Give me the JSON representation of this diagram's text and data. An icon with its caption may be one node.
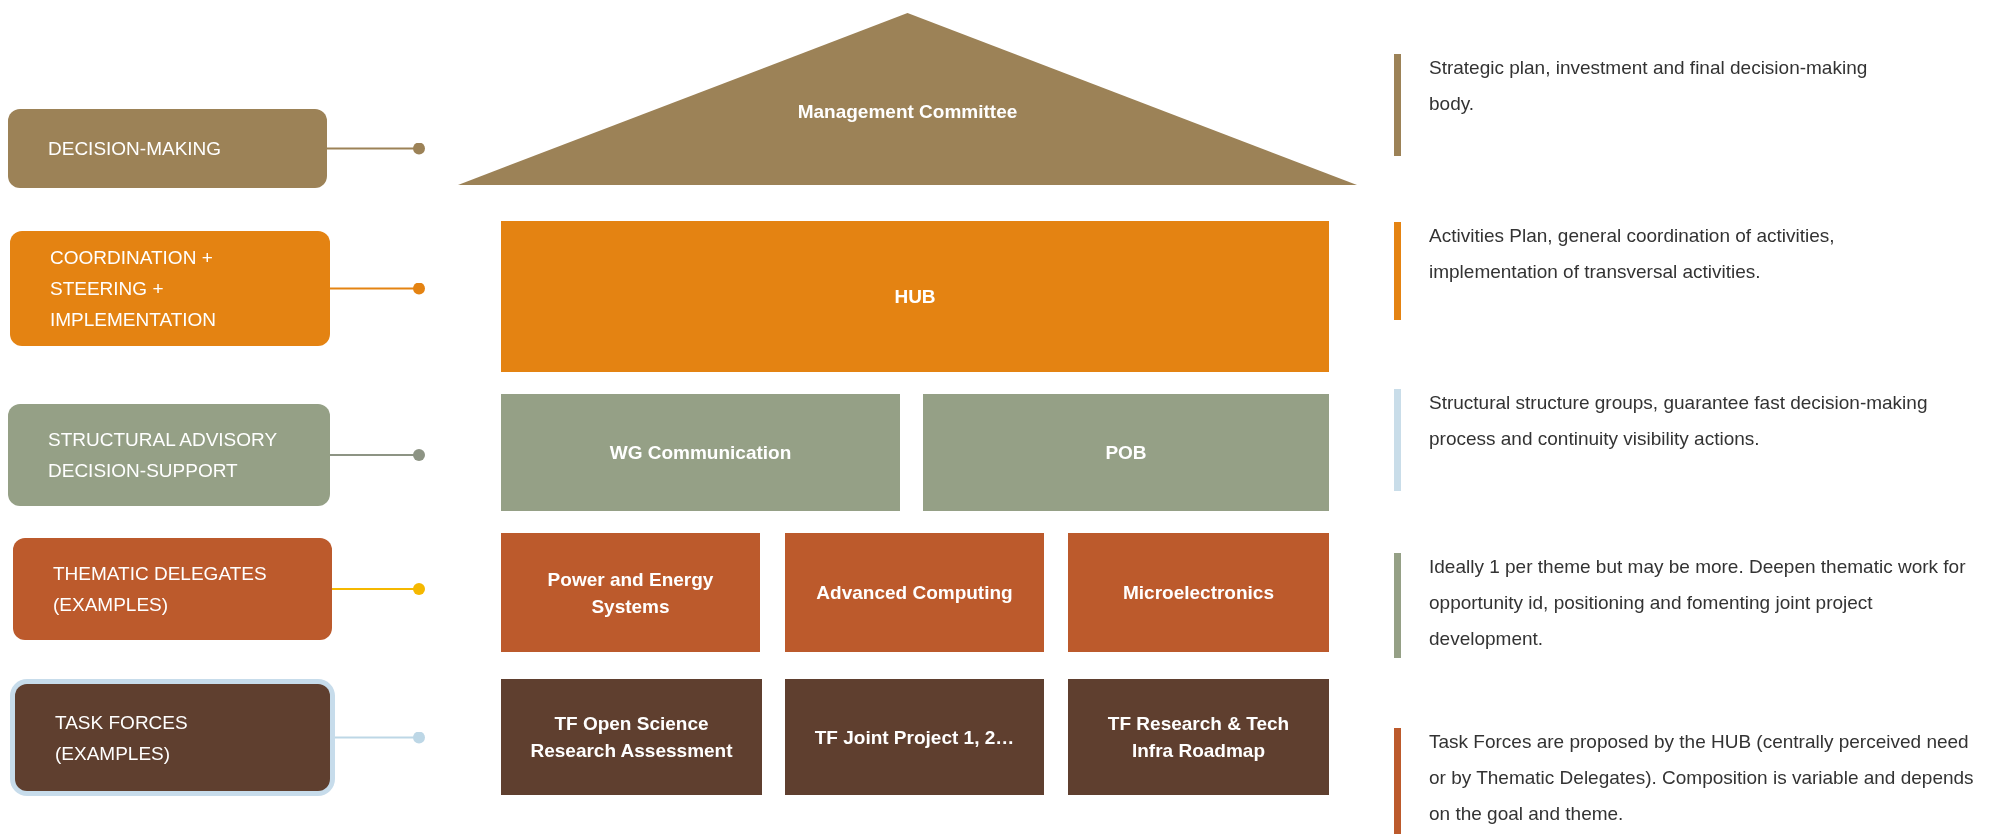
{
  "diagram": {
    "nodes": [
      {
        "text": [
          "DECISION-MAKING"
        ]
      },
      {
        "text": [
          "COORDINATION + STEERING + IMPLEMENTATION"
        ]
      },
      {
        "text": [
          "STRUCTURAL ADVISORY DECISION-SUPPORT"
        ]
      },
      {
        "text": [
          "THEMATIC DELEGATES (EXAMPLES)"
        ]
      },
      {
        "text": [
          "TASK FORCES (EXAMPLES)"
        ]
      },
      {
        "text": [
          "Management Committee"
        ]
      },
      {
        "text": [
          "HUB"
        ]
      },
      {
        "text": [
          "WG Communication"
        ]
      },
      {
        "text": [
          "POB"
        ]
      },
      {
        "text": [
          "Power and Energy Systems"
        ]
      },
      {
        "text": [
          "Advanced Computing"
        ]
      },
      {
        "text": [
          "Microelectronics"
        ]
      },
      {
        "text": [
          "TF Open Science Research Assessment"
        ]
      },
      {
        "text": [
          "TF Joint Project 1, 2…"
        ]
      },
      {
        "text": [
          "TF Research & Tech Infra Roadmap"
        ]
      }
    ],
    "edges": [
      {
        "from": 0,
        "to": null,
        "arrow": "other",
        "color": "#9c8257"
      },
      {
        "from": 1,
        "to": null,
        "arrow": "other",
        "color": "#e48312"
      },
      {
        "from": 2,
        "to": null,
        "arrow": "other",
        "color": "#8d9484"
      },
      {
        "from": 3,
        "to": null,
        "arrow": "other",
        "color": "#f5b800"
      },
      {
        "from": 4,
        "to": null,
        "arrow": "other",
        "color": "#bdd7e6"
      }
    ],
    "labels": [
      "Strategic plan, investment and final decision-making body.",
      "Activities Plan, general coordination of activities, implementation of transversal activities.",
      "Structural structure groups, guarantee fast decision-making process and continuity visibility actions.",
      "Ideally 1 per theme but may be more. Deepen thematic work for opportunity id, positioning and fomenting joint project development.",
      "Task Forces are proposed by the HUB (centrally perceived need or by Thematic Delegates). Composition is variable and depends on the goal and theme."
    ]
  }
}
